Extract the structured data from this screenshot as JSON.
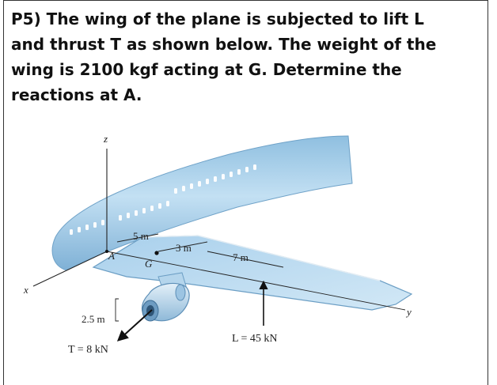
{
  "problem": {
    "lines": [
      "P5) The wing of the plane is subjected to lift L",
      "and thrust T as shown below. The weight of the",
      "wing is 2100 kgf acting at G. Determine the",
      "reactions at A."
    ]
  },
  "figure": {
    "axis_z": "z",
    "axis_x": "x",
    "axis_y": "y",
    "point_A": "A",
    "point_G": "G",
    "dim_5m": "5 m",
    "dim_3m": "3 m",
    "dim_7m": "7 m",
    "dim_25m": "2.5 m",
    "thrust_label": "T = 8 kN",
    "lift_label": "L = 45 kN",
    "colors": {
      "fuselage": "#a9cfe8",
      "wing": "#b9d9ee",
      "engine": "#cfe3f1",
      "window": "#ffffff",
      "arrow": "#111111"
    }
  }
}
